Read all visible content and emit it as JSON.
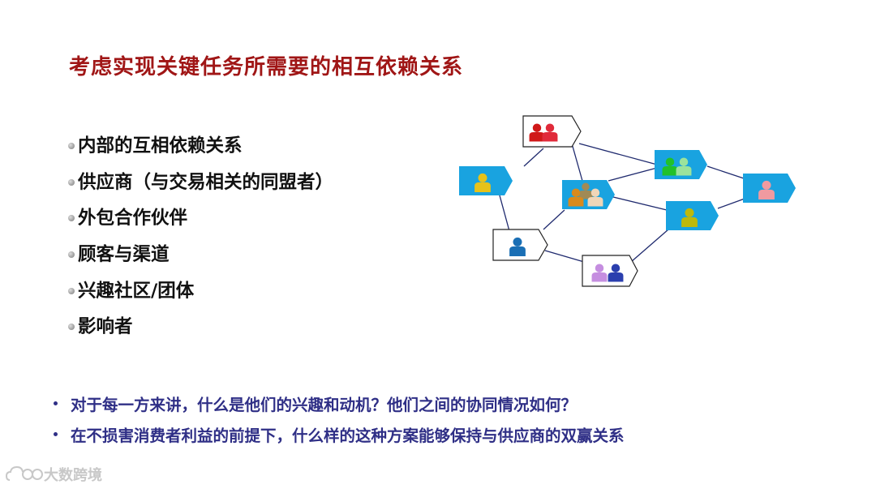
{
  "title": "考虑实现关键任务所需要的相互依赖关系",
  "list_items": [
    "内部的互相依赖关系",
    "供应商（与交易相关的同盟者）",
    "外包合作伙伴",
    "顾客与渠道",
    "兴趣社区/团体",
    "影响者"
  ],
  "bottom_items": [
    "对于每一方来讲，什么是他们的兴趣和动机？他们之间的协同情况如何？",
    "在不损害消费者利益的前提下，什么样的这种方案能够保持与供应商的双赢关系"
  ],
  "watermark": "大数跨境",
  "colors": {
    "title": "#a01616",
    "bottom_text": "#2f2f86",
    "node_fill": "#19a3e0",
    "edge": "#1f2a6e"
  },
  "icons": {
    "node_people": "people-icon",
    "watermark_logo": "cloud-logo-icon"
  }
}
